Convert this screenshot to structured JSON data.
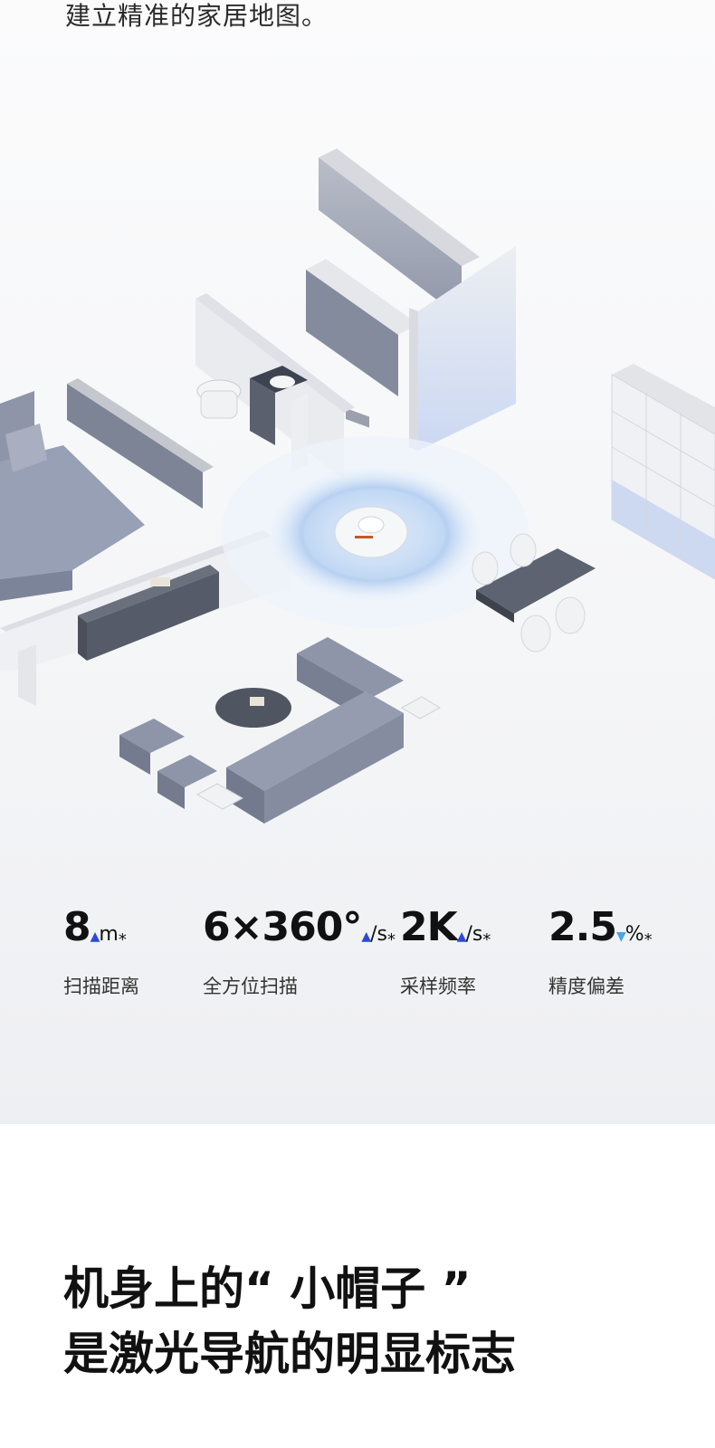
{
  "intro": {
    "text": "建立精准的家居地图。"
  },
  "stats": [
    {
      "value": "8",
      "unit": "m",
      "marker": "▲",
      "star": "*",
      "label": "扫描距离"
    },
    {
      "value": "6×360°",
      "unit": "/s",
      "marker": "▲",
      "star": "*",
      "label": "全方位扫描"
    },
    {
      "value": "2K",
      "unit": "/s",
      "marker": "▲",
      "star": "*",
      "label": "采样频率"
    },
    {
      "value": "2.5",
      "unit": "%",
      "marker": "▼",
      "star": "*",
      "label": "精度偏差"
    }
  ],
  "headline": {
    "line1": "机身上的“ 小帽子 ”",
    "line2": "是激光导航的明显标志"
  },
  "colors": {
    "accent_up": "#2a4bd7",
    "accent_down": "#4aa6e0",
    "furniture": "#8e95a8",
    "wall": "#e4e6ea",
    "lidar_ring": "#a9c8ef"
  }
}
